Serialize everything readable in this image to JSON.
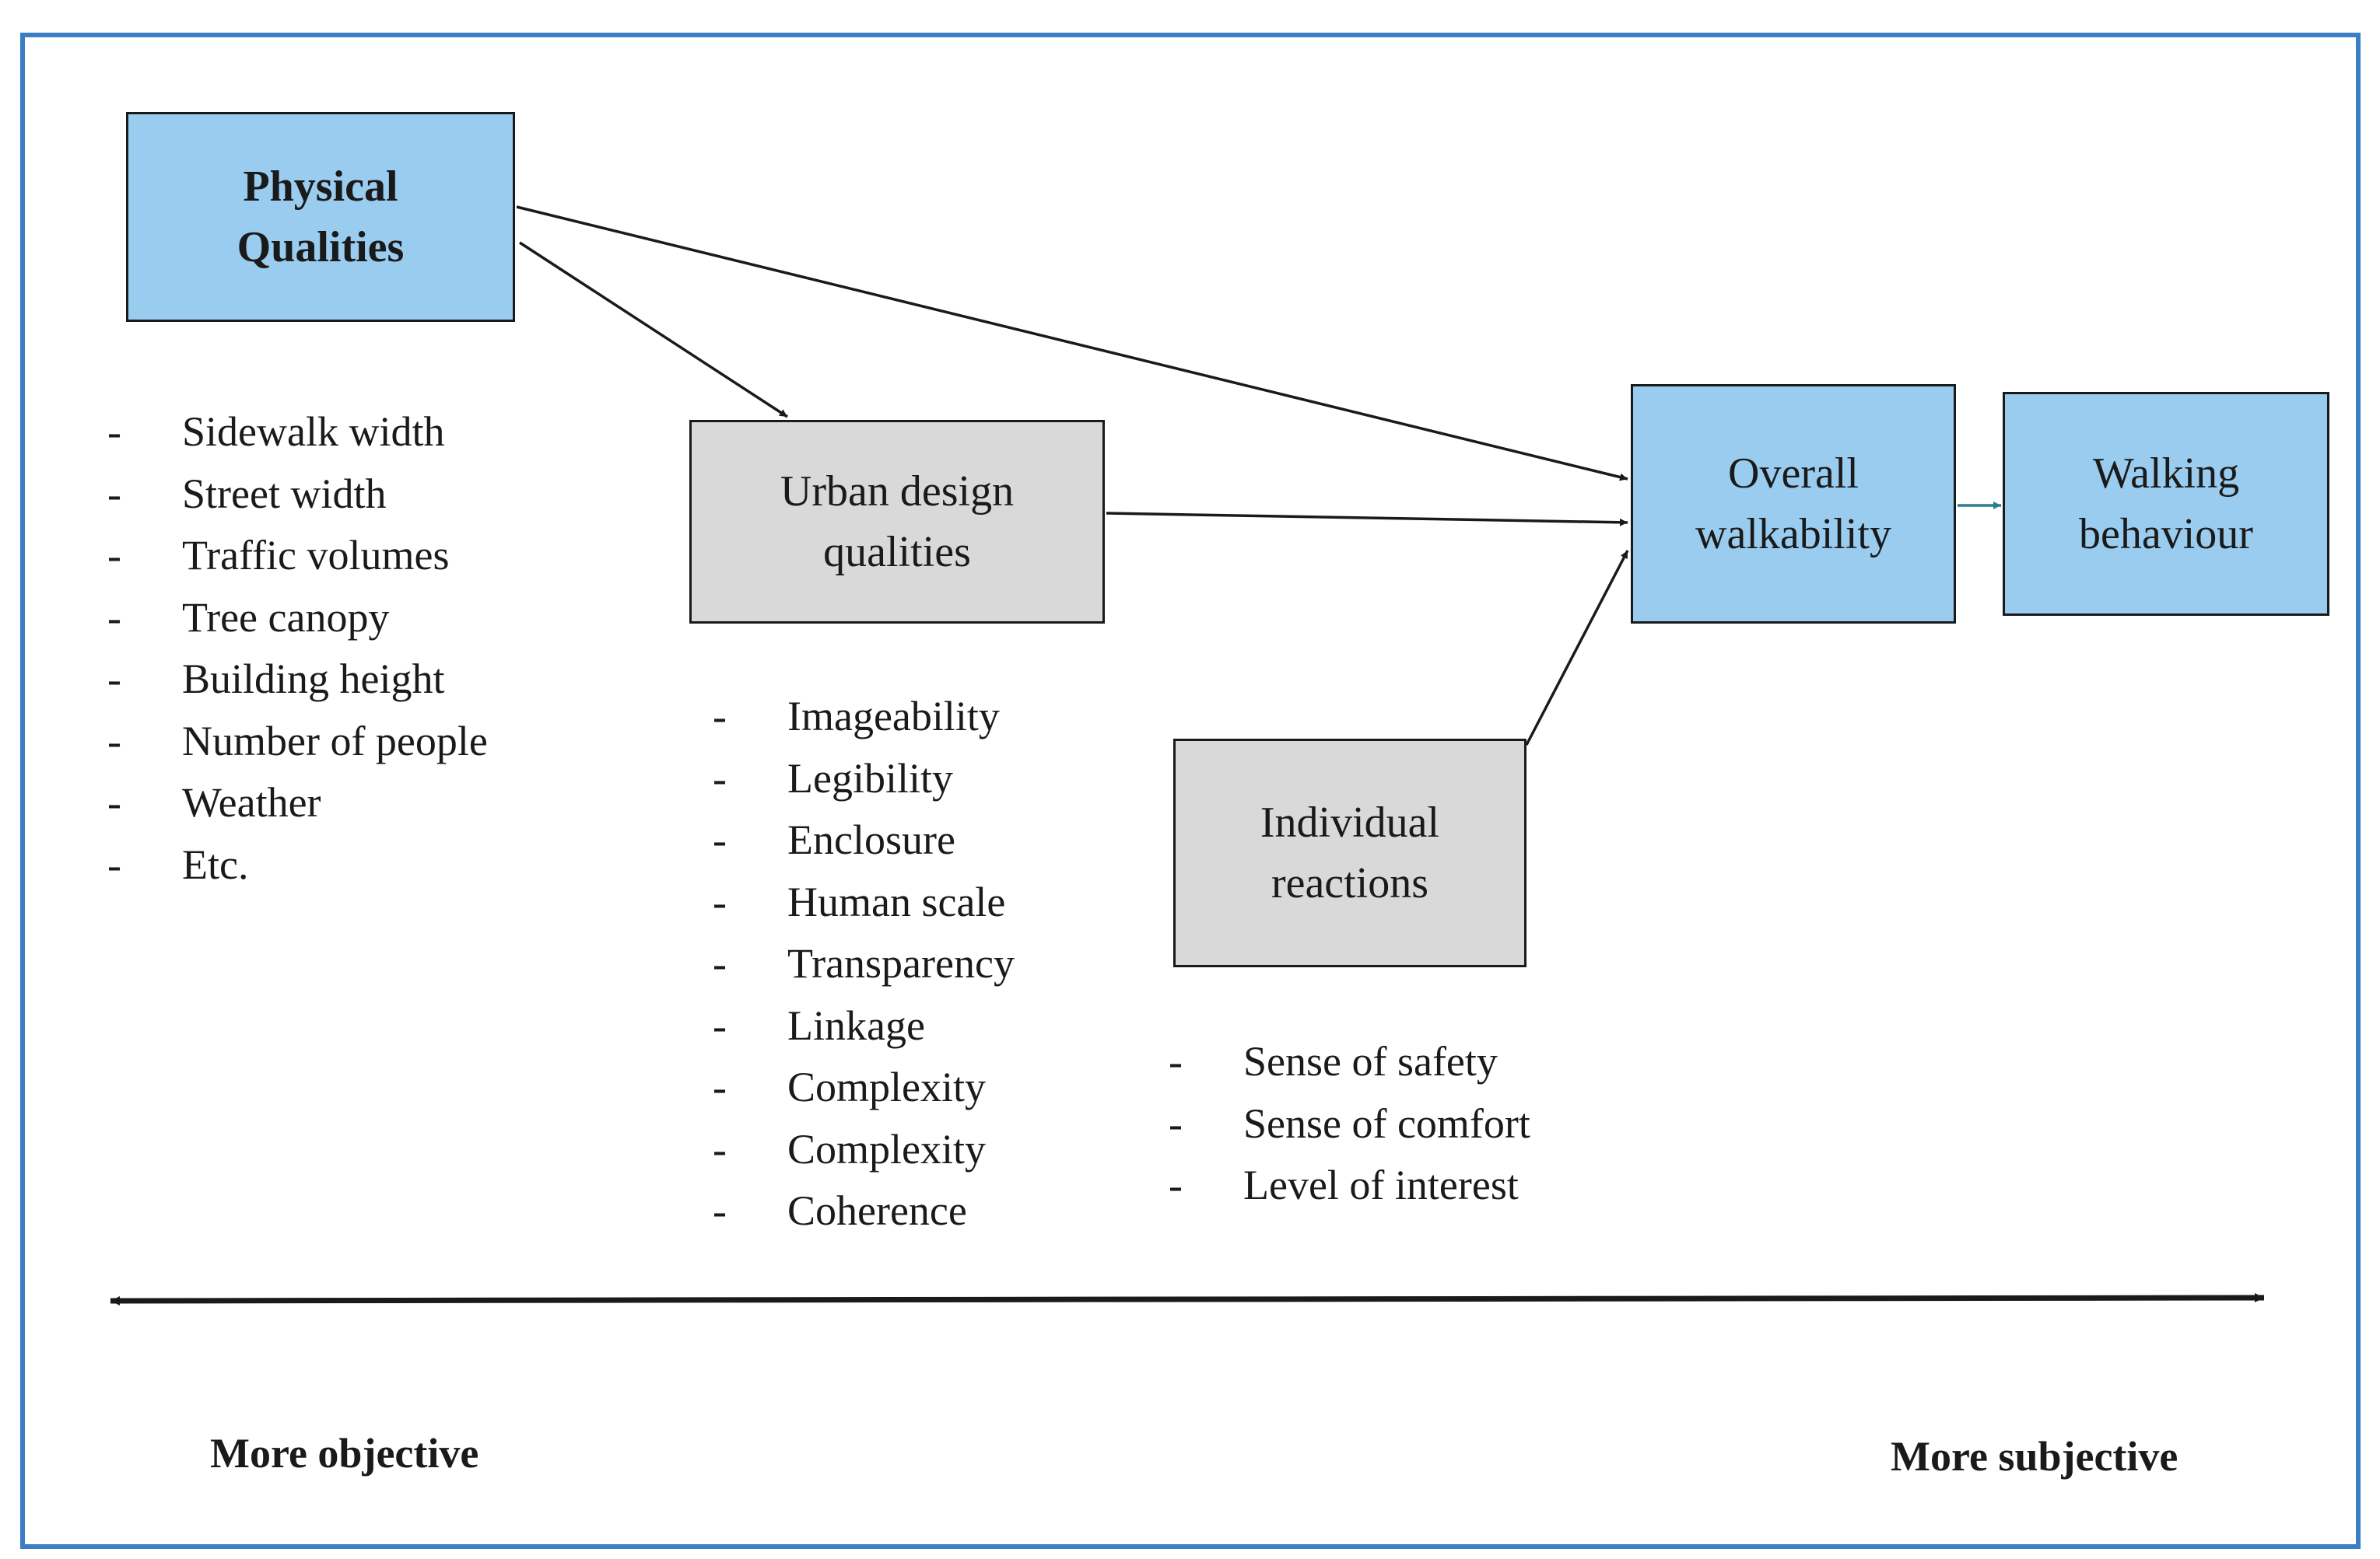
{
  "boxes": {
    "physical": "Physical\nQualities",
    "urban": "Urban design\nqualities",
    "individual": "Individual\nreactions",
    "overall": "Overall\nwalkability",
    "walking": "Walking\nbehaviour"
  },
  "lists": {
    "physical": [
      "Sidewalk width",
      "Street width",
      "Traffic volumes",
      "Tree canopy",
      "Building height",
      "Number of people",
      "Weather",
      "Etc."
    ],
    "urban": [
      "Imageability",
      "Legibility",
      "Enclosure",
      "Human scale",
      "Transparency",
      "Linkage",
      "Complexity",
      "Complexity",
      "Coherence"
    ],
    "individual": [
      "Sense of safety",
      "Sense of comfort",
      "Level of interest"
    ]
  },
  "axis": {
    "left_label": "More objective",
    "right_label": "More subjective"
  },
  "colors": {
    "box_blue": "#99ccee",
    "box_grey": "#d9d9d9",
    "frame": "#3a7fc4",
    "teal_arrow": "#2a7f8f"
  }
}
